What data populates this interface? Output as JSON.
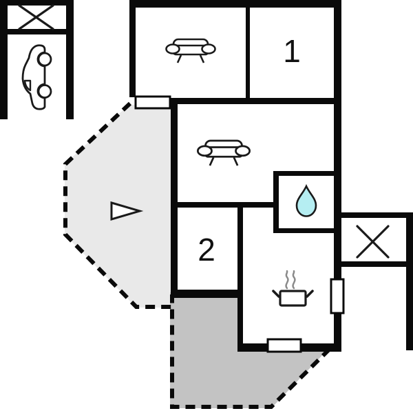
{
  "floorplan": {
    "kind": "house-floor-plan",
    "room_labels": [
      {
        "id": "room-1",
        "label": "1"
      },
      {
        "id": "room-2",
        "label": "2"
      }
    ],
    "icons": {
      "car": "car-side-silhouette",
      "sofa": "sofa-front-view",
      "water_drop": "droplet",
      "cooking_pot": "pot-with-steam",
      "window_x": "crossed-box-window",
      "direction_arrow": "triangle-pointing-right"
    },
    "colors": {
      "wall": "#0a0a0a",
      "background": "#ffffff",
      "terrace_light": "#e9e9e9",
      "terrace_dark": "#c3c3c3",
      "water_drop_fill": "#b5eef2",
      "steam": "#8a8a8a"
    }
  }
}
